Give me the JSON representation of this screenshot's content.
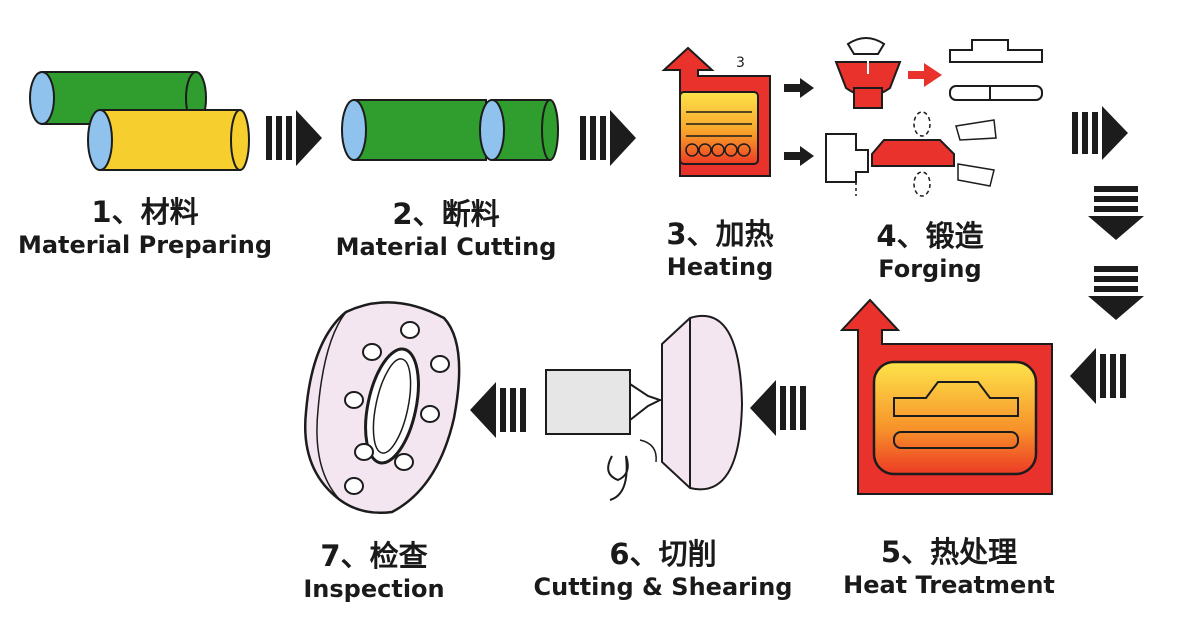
{
  "colors": {
    "green": "#2f9e2f",
    "yellow": "#f6cf2f",
    "blue": "#8fc3ee",
    "red": "#e8322b",
    "flange": "#f3e6f1",
    "outline": "#1c1c1c"
  },
  "furnace_number": "3",
  "steps": [
    {
      "cn": "1、材料",
      "en": "Material Preparing"
    },
    {
      "cn": "2、断料",
      "en": "Material Cutting"
    },
    {
      "cn": "3、加热",
      "en": "Heating"
    },
    {
      "cn": "4、锻造",
      "en": "Forging"
    },
    {
      "cn": "5、热处理",
      "en": "Heat Treatment"
    },
    {
      "cn": "6、切削",
      "en": "Cutting & Shearing"
    },
    {
      "cn": "7、检查",
      "en": "Inspection"
    }
  ]
}
